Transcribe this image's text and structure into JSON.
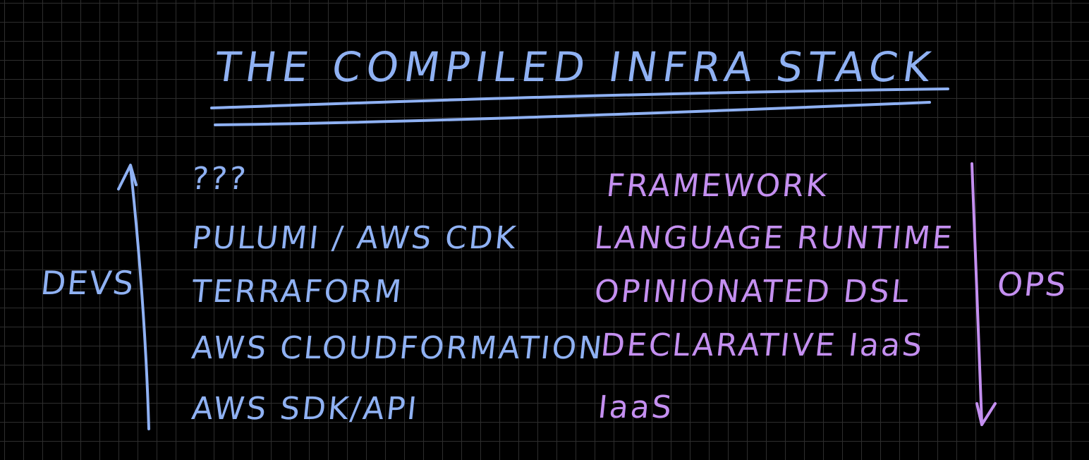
{
  "title": "THE COMPILED INFRA STACK",
  "left_label": "DEVS",
  "right_label": "OPS",
  "rows": [
    {
      "tool": "???",
      "layer": "FRAMEWORK"
    },
    {
      "tool": "PULUMI / AWS CDK",
      "layer": "LANGUAGE RUNTIME"
    },
    {
      "tool": "TERRAFORM",
      "layer": "OPINIONATED DSL"
    },
    {
      "tool": "AWS CLOUDFORMATION",
      "layer": "DECLARATIVE IaaS"
    },
    {
      "tool": "AWS SDK/API",
      "layer": "IaaS"
    }
  ],
  "colors": {
    "background": "#000000",
    "grid": "#2e2e2e",
    "blue_ink": "#8fb1f3",
    "purple_ink": "#c48ff0"
  }
}
